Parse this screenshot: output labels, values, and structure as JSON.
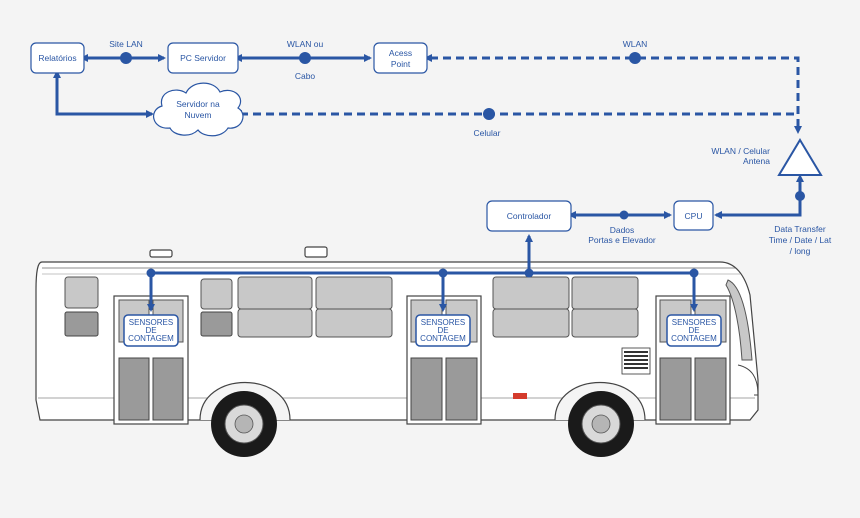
{
  "nodes": {
    "relatorios": "Relatórios",
    "pc_servidor": "PC Servidor",
    "access_point_line1": "Acess",
    "access_point_line2": "Point",
    "servidor_line1": "Servidor na",
    "servidor_line2": "Nuvem",
    "controlador": "Controlador",
    "cpu": "CPU"
  },
  "links": {
    "site_lan": "Site LAN",
    "wlan_ou": "WLAN ou",
    "cabo": "Cabo",
    "wlan": "WLAN",
    "celular": "Celular",
    "antena_line1": "WLAN / Celular",
    "antena_line2": "Antena",
    "dados_line1": "Dados",
    "dados_line2": "Portas e Elevador",
    "transfer_line1": "Data Transfer",
    "transfer_line2": "Time / Date / Lat",
    "transfer_line3": "/ long"
  },
  "sensors": [
    {
      "line1": "SENSORES",
      "line2": "DE",
      "line3": "CONTAGEM"
    },
    {
      "line1": "SENSORES",
      "line2": "DE",
      "line3": "CONTAGEM"
    },
    {
      "line1": "SENSORES",
      "line2": "DE",
      "line3": "CONTAGEM"
    }
  ],
  "colors": {
    "accent": "#2a56a4",
    "background": "#f4f4f4"
  }
}
